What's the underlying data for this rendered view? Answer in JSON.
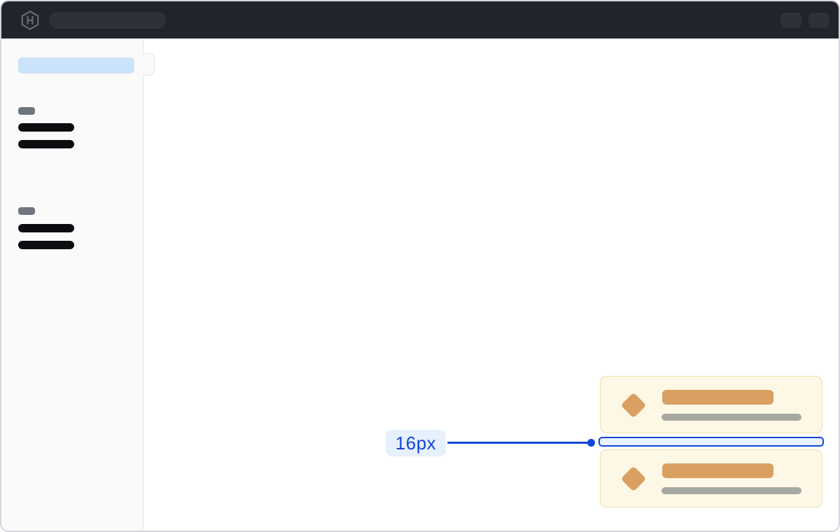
{
  "annotation": {
    "label": "16px"
  },
  "header": {
    "logo_icon": "hashicorp-logo",
    "skeletons": [
      "search-field",
      "action-button",
      "action-button"
    ]
  },
  "sidebar": {
    "active_item_skeleton": 1,
    "toggle_handle": "collapse-tab",
    "groups": [
      {
        "section_label_skeleton": 1,
        "nav_item_skeletons": 2
      },
      {
        "section_label_skeleton": 1,
        "nav_item_skeletons": 2
      }
    ]
  },
  "cards": [
    {
      "icon": "diamond",
      "title_bar_skeleton": 1,
      "subtitle_bar_skeleton": 1
    },
    {
      "icon": "diamond",
      "title_bar_skeleton": 1,
      "subtitle_bar_skeleton": 1
    }
  ],
  "colors": {
    "header_bg": "#21242b",
    "header_skeleton": "#2c313a",
    "logo_gray": "#646a73",
    "sidebar_bg": "#fafafa",
    "sidebar_border": "#e3e5ea",
    "active_blue": "#cbe2fb",
    "section_gray": "#70767f",
    "nav_black": "#0c0d10",
    "card_bg": "#fdf7e5",
    "card_border": "#f2deae",
    "tan": "#d9a062",
    "bar_gray": "#a8a8a3",
    "accent_blue": "#1147d6",
    "accent_fill": "#ebf2fd",
    "label_bg": "#e7f0fd",
    "window_border": "#d5d7dc"
  }
}
